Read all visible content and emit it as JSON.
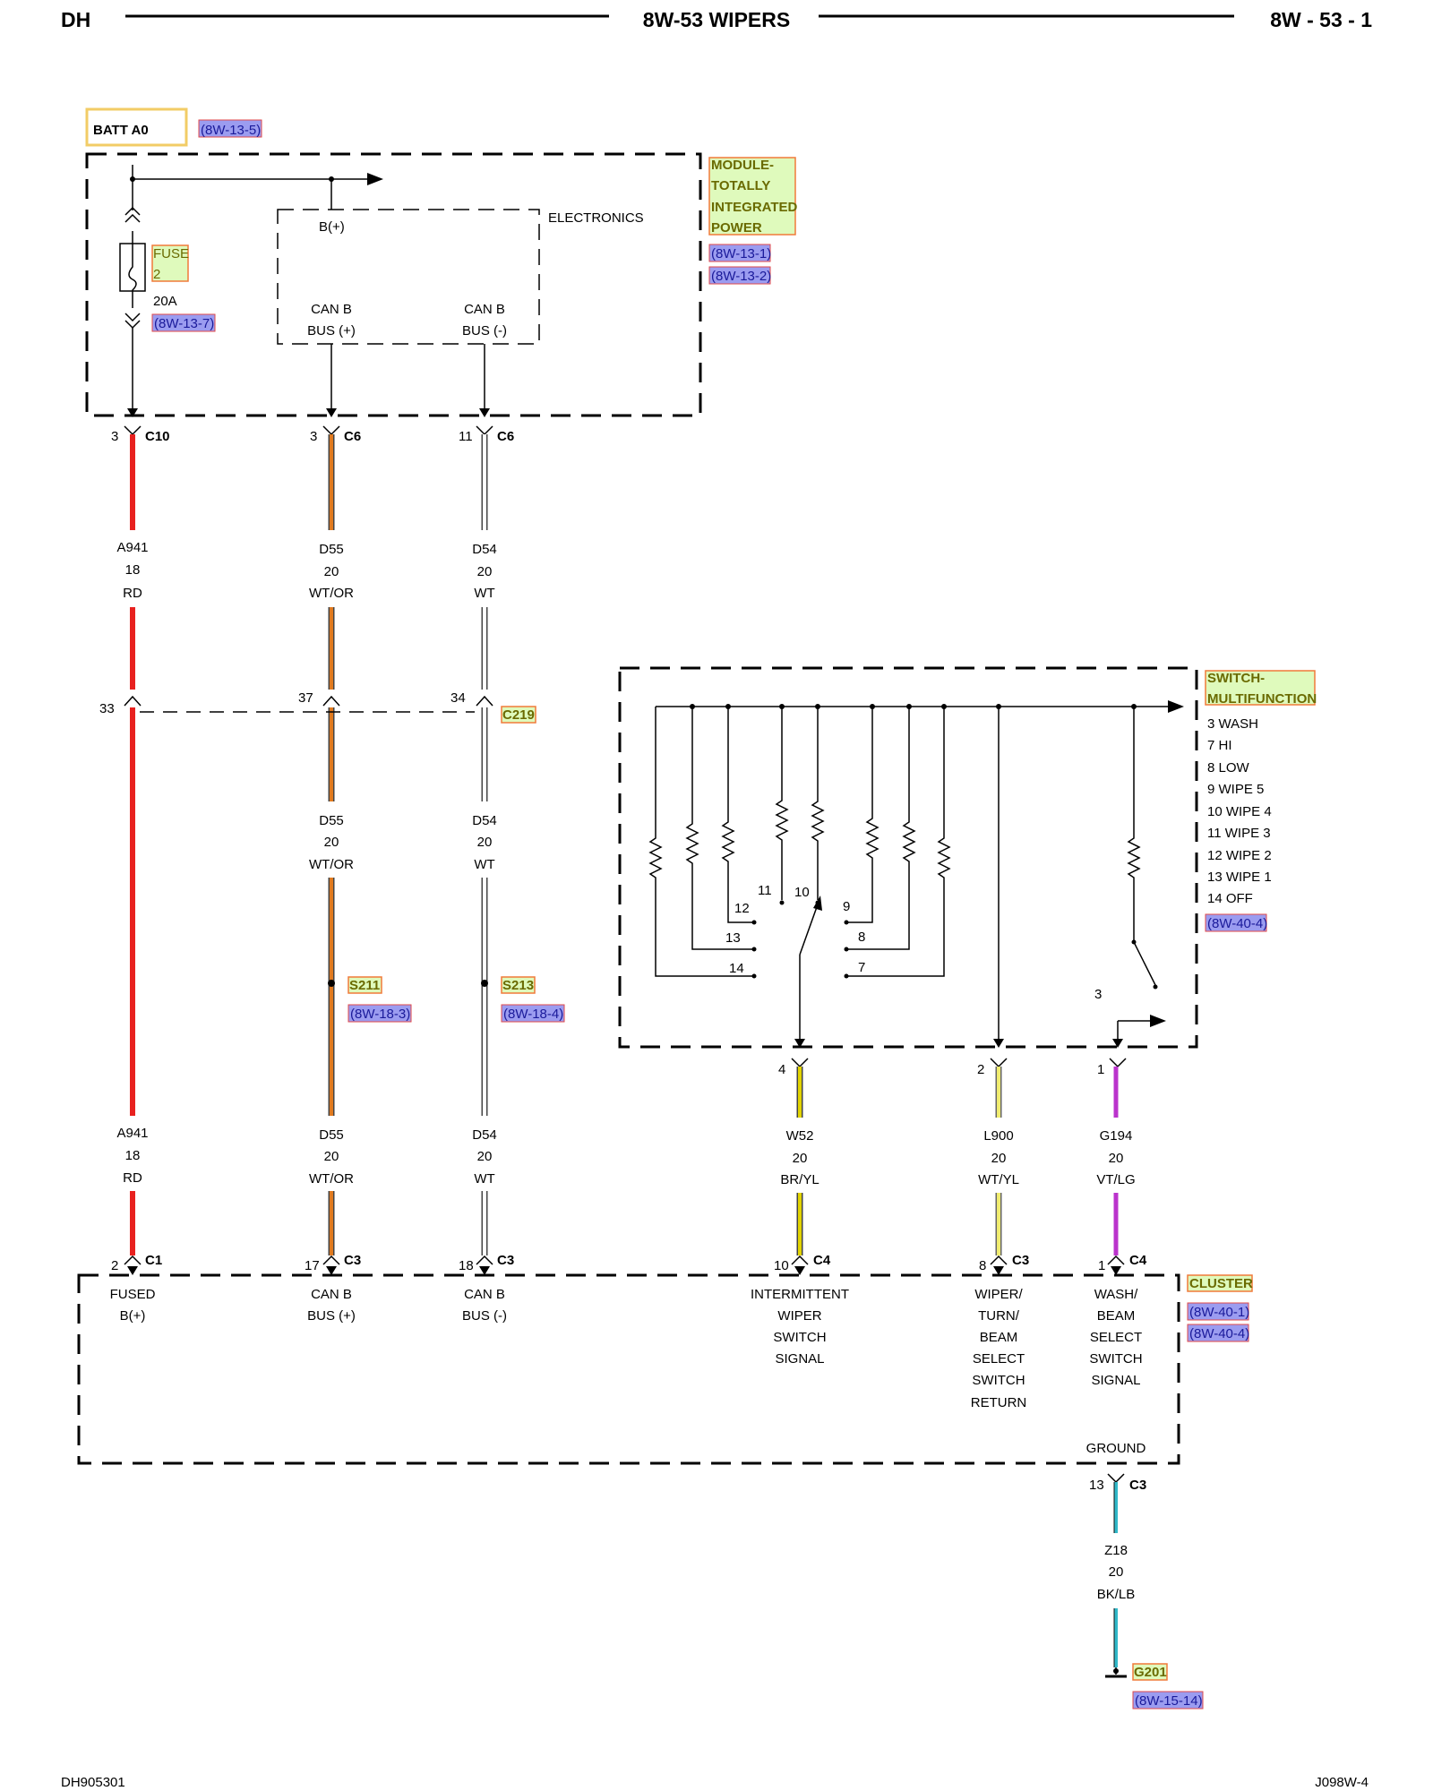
{
  "header": {
    "left": "DH",
    "title": "8W-53 WIPERS",
    "page": "8W - 53 - 1"
  },
  "footer": {
    "left": "DH905301",
    "right": "J098W-4"
  },
  "colors": {
    "RD": "#e8211f",
    "OR": "#e07a1f",
    "WT": "#888888",
    "YL": "#e2d400",
    "BR": "#6b4a10",
    "VT": "#bb33cc",
    "LG": "#7fd66a",
    "LB": "#30b8c8",
    "BK": "#111111",
    "ref_fill": "#9b9cf0",
    "ref_stroke": "#e04a4a",
    "tag_fill": "#dffabc",
    "tag_stroke": "#f07a3a"
  },
  "batt": {
    "label": "BATT A0",
    "ref": "(8W-13-5)"
  },
  "tipm": {
    "name_lines": [
      "MODULE-",
      "TOTALLY",
      "INTEGRATED",
      "POWER"
    ],
    "refs": [
      "(8W-13-1)",
      "(8W-13-2)"
    ],
    "electronics": "ELECTRONICS",
    "bplus": "B(+)",
    "fuse": {
      "name": "FUSE",
      "number": "2",
      "rating": "20A",
      "ref": "(8W-13-7)"
    },
    "can_pos": [
      "CAN B",
      "BUS (+)"
    ],
    "can_neg": [
      "CAN B",
      "BUS (-)"
    ],
    "connectors": [
      {
        "pin": "3",
        "name": "C10"
      },
      {
        "pin": "3",
        "name": "C6"
      },
      {
        "pin": "11",
        "name": "C6"
      }
    ]
  },
  "inline_connector": {
    "name": "C219",
    "pins": [
      "33",
      "37",
      "34"
    ]
  },
  "wires": {
    "a941_upper": [
      "A941",
      "18",
      "RD"
    ],
    "d55_upper": [
      "D55",
      "20",
      "WT/OR"
    ],
    "d54_upper": [
      "D54",
      "20",
      "WT"
    ],
    "d55_mid": [
      "D55",
      "20",
      "WT/OR"
    ],
    "d54_mid": [
      "D54",
      "20",
      "WT"
    ],
    "a941_lower": [
      "A941",
      "18",
      "RD"
    ],
    "d55_lower": [
      "D55",
      "20",
      "WT/OR"
    ],
    "d54_lower": [
      "D54",
      "20",
      "WT"
    ],
    "w52": [
      "W52",
      "20",
      "BR/YL"
    ],
    "l900": [
      "L900",
      "20",
      "WT/YL"
    ],
    "g194": [
      "G194",
      "20",
      "VT/LG"
    ],
    "z18": [
      "Z18",
      "20",
      "BK/LB"
    ]
  },
  "splices": [
    {
      "name": "S211",
      "ref": "(8W-18-3)"
    },
    {
      "name": "S213",
      "ref": "(8W-18-4)"
    }
  ],
  "switch": {
    "name_lines": [
      "SWITCH-",
      "MULTIFUNCTION"
    ],
    "legend": [
      "3 WASH",
      "7 HI",
      "8 LOW",
      "9 WIPE 5",
      "10 WIPE 4",
      "11 WIPE 3",
      "12 WIPE 2",
      "13 WIPE 1",
      "14 OFF"
    ],
    "ref": "(8W-40-4)",
    "positions": [
      "11",
      "10",
      "12",
      "9",
      "13",
      "8",
      "14",
      "7",
      "3"
    ],
    "connectors": [
      {
        "pin": "4"
      },
      {
        "pin": "2"
      },
      {
        "pin": "1"
      }
    ]
  },
  "cluster": {
    "name": "CLUSTER",
    "refs": [
      "(8W-40-1)",
      "(8W-40-4)"
    ],
    "connectors": [
      {
        "pin": "2",
        "name": "C1"
      },
      {
        "pin": "17",
        "name": "C3"
      },
      {
        "pin": "18",
        "name": "C3"
      },
      {
        "pin": "10",
        "name": "C4"
      },
      {
        "pin": "8",
        "name": "C3"
      },
      {
        "pin": "1",
        "name": "C4"
      },
      {
        "pin": "13",
        "name": "C3"
      }
    ],
    "fused_bplus": [
      "FUSED",
      "B(+)"
    ],
    "can_pos": [
      "CAN B",
      "BUS (+)"
    ],
    "can_neg": [
      "CAN B",
      "BUS (-)"
    ],
    "intermittent": [
      "INTERMITTENT",
      "WIPER",
      "SWITCH",
      "SIGNAL"
    ],
    "wiper_return": [
      "WIPER/",
      "TURN/",
      "BEAM",
      "SELECT",
      "SWITCH",
      "RETURN"
    ],
    "wash_signal": [
      "WASH/",
      "BEAM",
      "SELECT",
      "SWITCH",
      "SIGNAL"
    ],
    "ground": "GROUND"
  },
  "ground_point": {
    "name": "G201",
    "ref": "(8W-15-14)"
  }
}
